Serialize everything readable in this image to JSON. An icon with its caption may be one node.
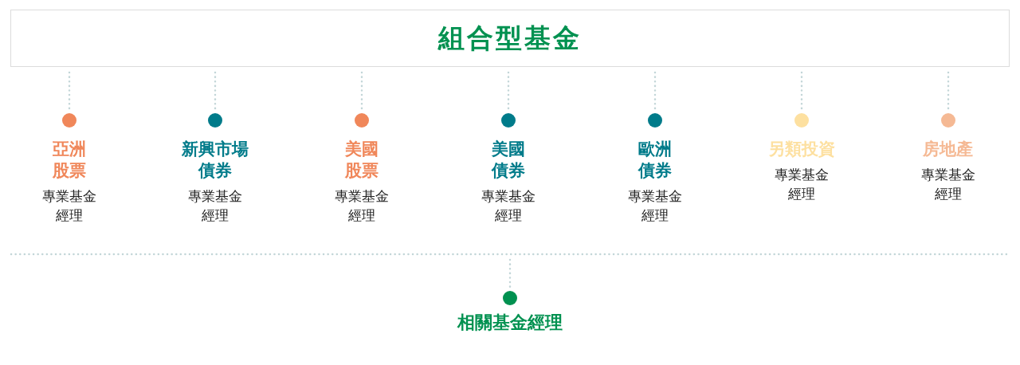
{
  "diagram": {
    "nodes": [
      {
        "text": [
          "組合型基金"
        ]
      },
      {
        "text": [
          "亞洲股票",
          "專業基金經理"
        ]
      },
      {
        "text": [
          "新興市場債券",
          "專業基金經理"
        ]
      },
      {
        "text": [
          "美國股票",
          "專業基金經理"
        ]
      },
      {
        "text": [
          "美國債券",
          "專業基金經理"
        ]
      },
      {
        "text": [
          "歐洲債券",
          "專業基金經理"
        ]
      },
      {
        "text": [
          "另類投資",
          "專業基金經理"
        ]
      },
      {
        "text": [
          "房地產",
          "專業基金經理"
        ]
      },
      {
        "text": [
          "相關基金經理"
        ]
      }
    ],
    "edges": [
      {
        "from": 0,
        "to": 1,
        "arrow": "none"
      },
      {
        "from": 0,
        "to": 2,
        "arrow": "none"
      },
      {
        "from": 0,
        "to": 3,
        "arrow": "none"
      },
      {
        "from": 0,
        "to": 4,
        "arrow": "none"
      },
      {
        "from": 0,
        "to": 5,
        "arrow": "none"
      },
      {
        "from": 0,
        "to": 6,
        "arrow": "none"
      },
      {
        "from": 0,
        "to": 7,
        "arrow": "none"
      },
      {
        "from": null,
        "to": 8,
        "arrow": "none"
      }
    ]
  }
}
